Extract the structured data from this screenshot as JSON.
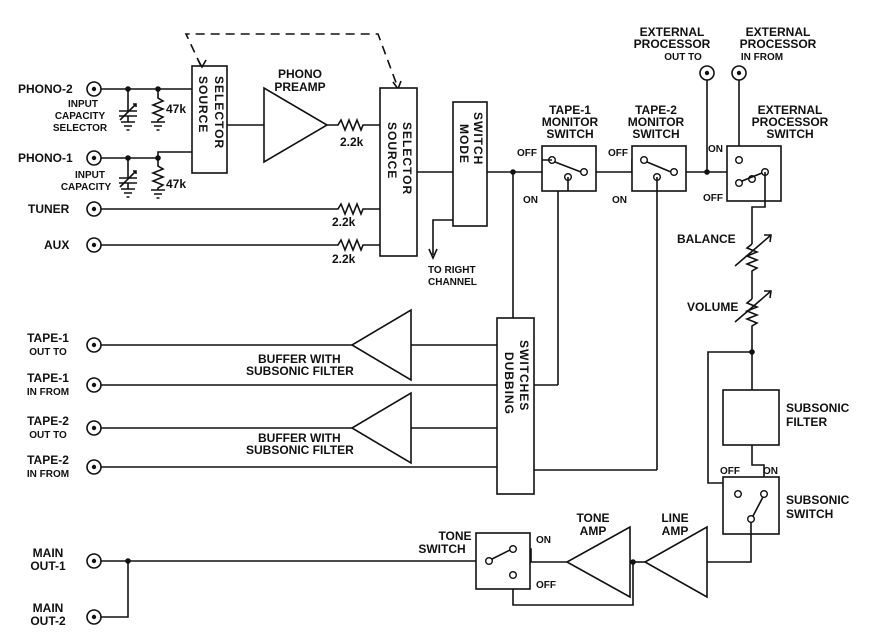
{
  "inputs": {
    "phono2": "PHONO-2",
    "phono1": "PHONO-1",
    "tuner": "TUNER",
    "aux": "AUX"
  },
  "capacity": {
    "sel_line1": "INPUT",
    "sel_line2": "CAPACITY",
    "sel_line3": "SELECTOR",
    "line1": "INPUT",
    "line2": "CAPACITY",
    "res_47k_a": "47k",
    "res_47k_b": "47k"
  },
  "phono_preamp": {
    "line1": "PHONO",
    "line2": "PREAMP"
  },
  "resistors": {
    "r1": "2.2k",
    "r2": "2.2k",
    "r3": "2.2k"
  },
  "source_selector": {
    "word1": "SOURCE",
    "word2": "SELECTOR"
  },
  "mode_switch": {
    "word1": "MODE",
    "word2": "SWITCH"
  },
  "to_right_channel": {
    "line1": "TO RIGHT",
    "line2": "CHANNEL"
  },
  "tape1_monitor": {
    "line1": "TAPE-1",
    "line2": "MONITOR",
    "line3": "SWITCH",
    "off": "OFF",
    "on": "ON"
  },
  "tape2_monitor": {
    "line1": "TAPE-2",
    "line2": "MONITOR",
    "line3": "SWITCH",
    "off": "OFF",
    "on": "ON"
  },
  "ext_out": {
    "line1": "EXTERNAL",
    "line2": "PROCESSOR",
    "line3": "OUT TO"
  },
  "ext_in": {
    "line1": "EXTERNAL",
    "line2": "PROCESSOR",
    "line3": "IN FROM"
  },
  "ext_switch": {
    "line1": "EXTERNAL",
    "line2": "PROCESSOR",
    "line3": "SWITCH",
    "on": "ON",
    "off": "OFF"
  },
  "balance": "BALANCE",
  "volume": "VOLUME",
  "tape_io": {
    "t1_out_1": "TAPE-1",
    "t1_out_2": "OUT TO",
    "t1_in_1": "TAPE-1",
    "t1_in_2": "IN FROM",
    "t2_out_1": "TAPE-2",
    "t2_out_2": "OUT TO",
    "t2_in_1": "TAPE-2",
    "t2_in_2": "IN FROM"
  },
  "buffers": {
    "b1_line1": "BUFFER WITH",
    "b1_line2": "SUBSONIC FILTER",
    "b2_line1": "BUFFER WITH",
    "b2_line2": "SUBSONIC FILTER"
  },
  "dubbing": {
    "word1": "DUBBING",
    "word2": "SWITCHES"
  },
  "subsonic_filter": {
    "line1": "SUBSONIC",
    "line2": "FILTER"
  },
  "subsonic_switch": {
    "line1": "SUBSONIC",
    "line2": "SWITCH",
    "off": "OFF",
    "on": "ON"
  },
  "tone_switch": {
    "line1": "TONE",
    "line2": "SWITCH",
    "on": "ON",
    "off": "OFF"
  },
  "tone_amp": {
    "line1": "TONE",
    "line2": "AMP"
  },
  "line_amp": {
    "line1": "LINE",
    "line2": "AMP"
  },
  "outputs": {
    "main1_1": "MAIN",
    "main1_2": "OUT-1",
    "main2_1": "MAIN",
    "main2_2": "OUT-2"
  }
}
